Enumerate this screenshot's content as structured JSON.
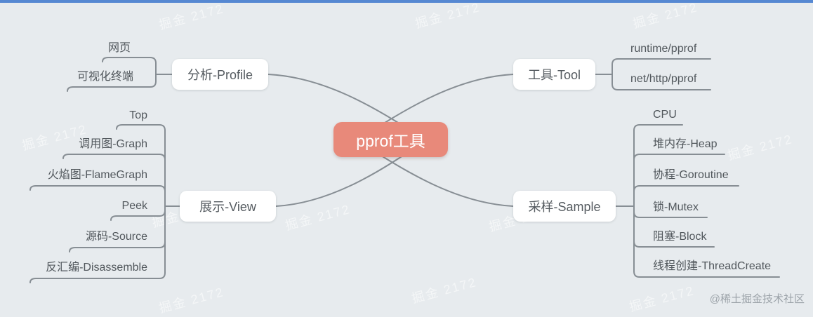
{
  "root": {
    "label": "pprof工具"
  },
  "branches": [
    {
      "id": "profile",
      "label": "分析-Profile",
      "children": [
        {
          "label": "网页"
        },
        {
          "label": "可视化终端"
        }
      ]
    },
    {
      "id": "tool",
      "label": "工具-Tool",
      "children": [
        {
          "label": "runtime/pprof"
        },
        {
          "label": "net/http/pprof"
        }
      ]
    },
    {
      "id": "view",
      "label": "展示-View",
      "children": [
        {
          "label": "Top"
        },
        {
          "label": "调用图-Graph"
        },
        {
          "label": "火焰图-FlameGraph"
        },
        {
          "label": "Peek"
        },
        {
          "label": "源码-Source"
        },
        {
          "label": "反汇编-Disassemble"
        }
      ]
    },
    {
      "id": "sample",
      "label": "采样-Sample",
      "children": [
        {
          "label": "CPU"
        },
        {
          "label": "堆内存-Heap"
        },
        {
          "label": "协程-Goroutine"
        },
        {
          "label": "锁-Mutex"
        },
        {
          "label": "阻塞-Block"
        },
        {
          "label": "线程创建-ThreadCreate"
        }
      ]
    }
  ],
  "watermark": {
    "corner": "@稀土掘金技术社区",
    "tile": "掘金 2172"
  },
  "colors": {
    "background": "#E7EBEE",
    "top_bar": "#5688D2",
    "root_fill": "#E8897A",
    "root_text": "#FFFFFF",
    "edge": "#878E94",
    "node_fill": "#FFFFFF",
    "text": "#51575C",
    "watermark": "#9CA3A9"
  }
}
